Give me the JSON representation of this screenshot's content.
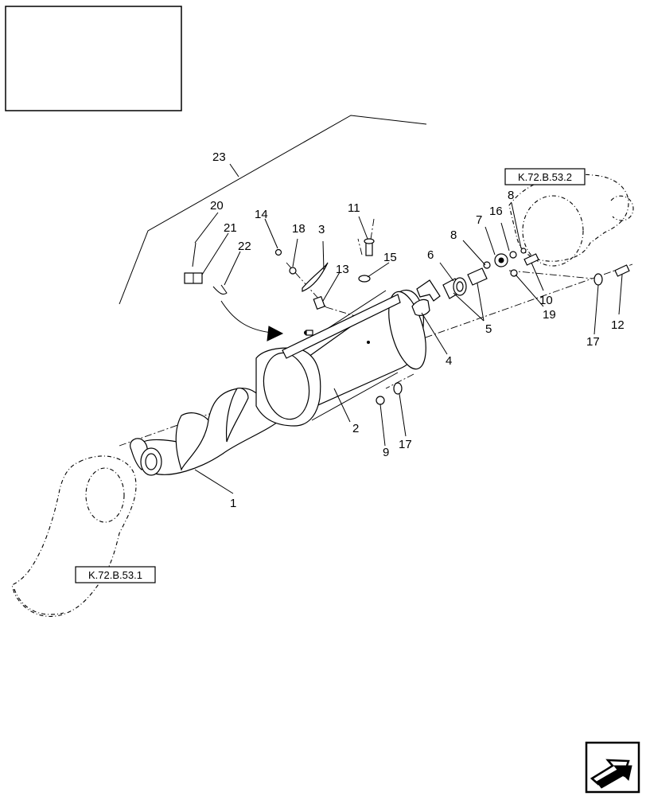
{
  "references": {
    "upper": "K.72.B.53.2",
    "lower": "K.72.B.53.1"
  },
  "callouts": {
    "c1": "1",
    "c2": "2",
    "c3": "3",
    "c4": "4",
    "c5": "5",
    "c6": "6",
    "c7": "7",
    "c8a": "8",
    "c8b": "8",
    "c9": "9",
    "c10": "10",
    "c11": "11",
    "c12": "12",
    "c13": "13",
    "c14": "14",
    "c15": "15",
    "c16": "16",
    "c17a": "17",
    "c17b": "17",
    "c18": "18",
    "c19": "19",
    "c20": "20",
    "c21": "21",
    "c22": "22",
    "c23": "23"
  },
  "icons": {
    "nav": "navigation-arrow-icon"
  }
}
